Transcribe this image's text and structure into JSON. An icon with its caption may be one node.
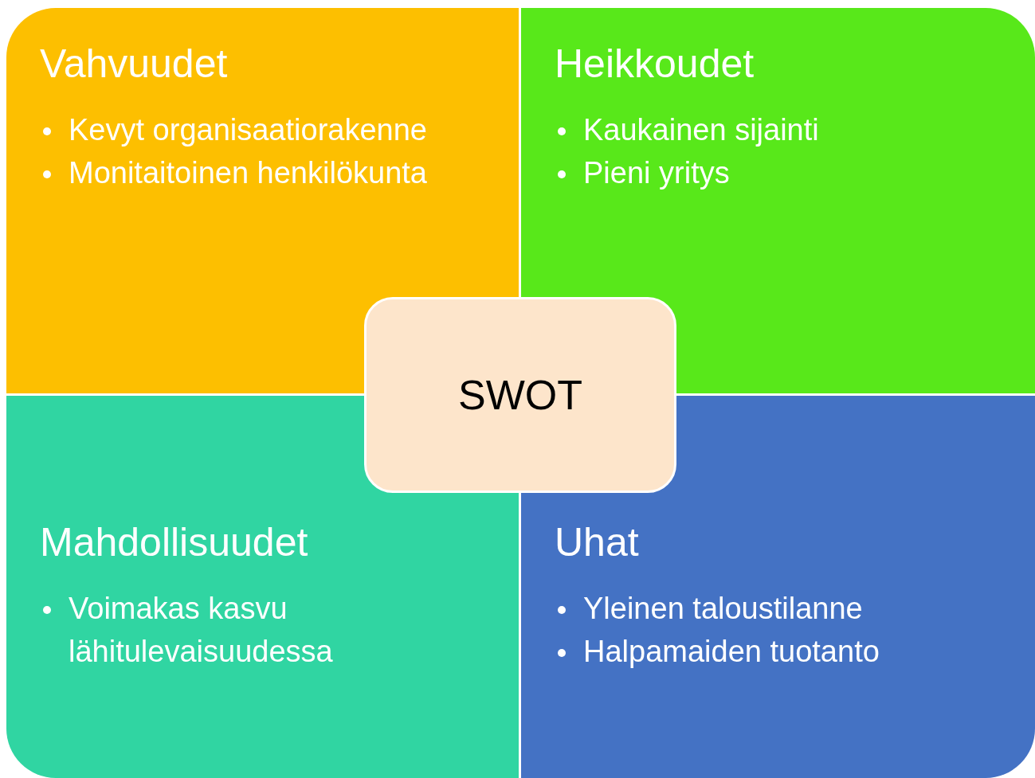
{
  "diagram": {
    "nodes": [
      {
        "text": [
          "Vahvuudet",
          "Kevyt organisaatiorakenne",
          "Monitaitoinen henkilökunta"
        ]
      },
      {
        "text": [
          "Heikkoudet",
          "Kaukainen sijainti",
          "Pieni yritys"
        ]
      },
      {
        "text": [
          "Mahdollisuudet",
          "Voimakas kasvu lähitulevaisuudessa"
        ]
      },
      {
        "text": [
          "Uhat",
          "Yleinen taloustilanne",
          "Halpamaiden tuotanto"
        ]
      },
      {
        "text": [
          "SWOT"
        ]
      }
    ]
  }
}
